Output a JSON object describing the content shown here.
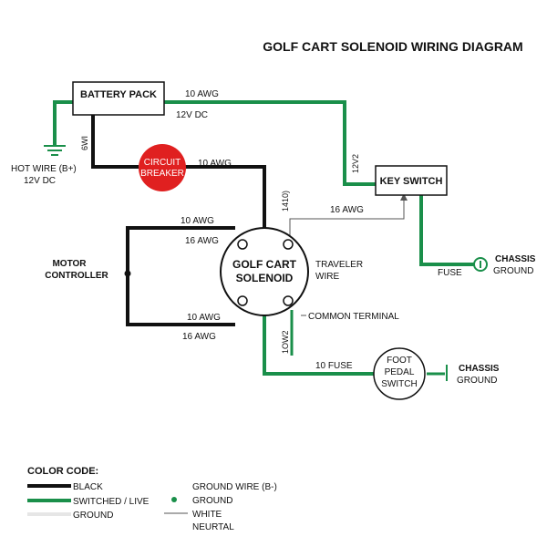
{
  "title": "GOLF CART SOLENOID WIRING DIAGRAM",
  "components": {
    "battery_pack": "BATTERY PACK",
    "circuit_breaker": [
      "CIRCUIT",
      "BREAKER"
    ],
    "solenoid": [
      "GOLF CART",
      "SOLENOID"
    ],
    "key_switch": "KEY SWITCH",
    "motor_controller": [
      "MOTOR",
      "CONTROLLER"
    ],
    "foot_pedal_switch": [
      "FOOT",
      "PEDAL",
      "SWITCH"
    ]
  },
  "labels": {
    "hot_wire": [
      "HOT WIRE (B+)",
      "12V DC"
    ],
    "battery_out_awg": "10 AWG",
    "battery_out_voltage": "12V DC",
    "vertical_6wi": "6WI",
    "vertical_12v2": "12V2",
    "breaker_awg": "10 AWG",
    "vertical_1410": "1410)",
    "key_awg": "16 AWG",
    "motor_top_10": "10 AWG",
    "motor_top_16": "16 AWG",
    "motor_bottom_10": "10 AWG",
    "motor_bottom_16": "16 AWG",
    "traveler_wire": [
      "TRAVELER",
      "WIRE"
    ],
    "common_terminal": "COMMON TERMINAL",
    "vertical_10w2": "1OW2",
    "fuse_10": "10 FUSE",
    "fuse": "FUSE",
    "chassis_ground_right": [
      "CHASSIS",
      "GROUND"
    ],
    "chassis_ground_bottom": [
      "CHASSIS",
      "GROUND"
    ]
  },
  "legend": {
    "title": "COLOR CODE:",
    "items": [
      "BLACK",
      "SWITCHED / LIVE",
      "GROUND"
    ],
    "right_items": [
      "GROUND WIRE (B-)",
      "GROUND",
      "WHITE",
      "NEURTAL"
    ]
  },
  "colors": {
    "black_wire": "#111111",
    "green_wire": "#1a8f4a",
    "breaker_red": "#e02020",
    "ground_legend": "#e6e6e6",
    "thin_wire": "#555555"
  }
}
